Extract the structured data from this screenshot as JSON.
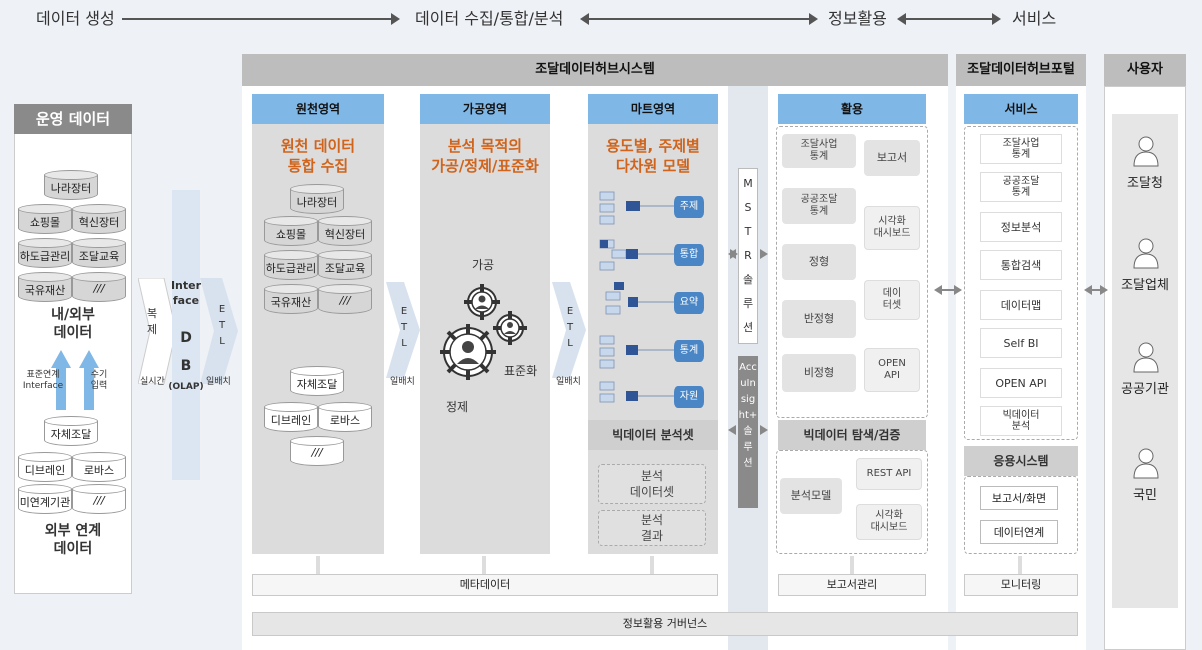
{
  "flow": {
    "step1": "데이터 생성",
    "step2": "데이터 수집/통합/분석",
    "step3": "정보활용",
    "step4": "서비스"
  },
  "headers": {
    "system": "조달데이터허브시스템",
    "portal": "조달데이터허브포털",
    "user": "사용자"
  },
  "ops": {
    "title": "운영 데이터",
    "dbs_top": [
      "나라장터",
      "쇼핑몰",
      "혁신장터",
      "하도급관리",
      "조달교육",
      "국유재산",
      "///"
    ],
    "internal_label": "내/외부\n데이터",
    "arrow1": "표준연계\nInterface",
    "arrow2": "수기\n입력",
    "dbs_bottom": [
      "자체조달",
      "디브레인",
      "로바스",
      "미연계기관",
      "///"
    ],
    "external_label": "외부 연계\n데이터"
  },
  "ingest": {
    "repl": "복\n제",
    "realtime": "실시간",
    "interface": "Inter\nface",
    "db": "D\nB",
    "olap": "(OLAP)",
    "etl": "E\nT\nL",
    "batch": "일배치"
  },
  "source": {
    "head": "원천영역",
    "title": "원천 데이터\n통합 수집",
    "dbs": [
      "나라장터",
      "쇼핑몰",
      "혁신장터",
      "하도급관리",
      "조달교육",
      "국유재산",
      "///",
      "자체조달",
      "디브레인",
      "로바스",
      "///"
    ]
  },
  "process": {
    "head": "가공영역",
    "title": "분석 목적의\n가공/정제/표준화",
    "g1": "가공",
    "g2": "표준화",
    "g3": "정제",
    "etl": "E\nT\nL",
    "batch": "일배치"
  },
  "mart": {
    "head": "마트영역",
    "title": "용도별, 주제별\n다차원 모델",
    "items": [
      "주제",
      "통합",
      "요약",
      "통계",
      "자원"
    ],
    "etl": "E\nT\nL",
    "batch": "일배치",
    "analysis_head": "빅데이터 분석셋",
    "box1": "분석\n데이터셋",
    "box2": "분석\n결과"
  },
  "mstr": {
    "label1": "M\nS\nT\nR\n솔\n루\n션",
    "label2": "Acc\nuIn\nsig\nht+\n솔\n루\n션"
  },
  "usage": {
    "head": "활용",
    "items": [
      "조달사업\n통계",
      "보고서",
      "공공조달\n통계",
      "시각화\n대시보드",
      "정형",
      "데이\n터셋",
      "반정형",
      "OPEN\nAPI",
      "비정형"
    ],
    "bd_head": "빅데이터 탐색/검증",
    "bd_model": "분석모델",
    "bd_rest": "REST API",
    "bd_vis": "시각화\n대시보드"
  },
  "service": {
    "head": "서비스",
    "items": [
      "조달사업\n통계",
      "공공조달\n통계",
      "정보분석",
      "통합검색",
      "데이터맵",
      "Self BI",
      "OPEN API",
      "빅데이터\n분석"
    ],
    "app_head": "응용시스템",
    "app1": "보고서/화면",
    "app2": "데이터연계"
  },
  "users": [
    "조달청",
    "조달업체",
    "공공기관",
    "국민"
  ],
  "bars": {
    "meta": "메타데이터",
    "report": "보고서관리",
    "monitor": "모니터링",
    "gov": "정보활용 거버넌스"
  }
}
